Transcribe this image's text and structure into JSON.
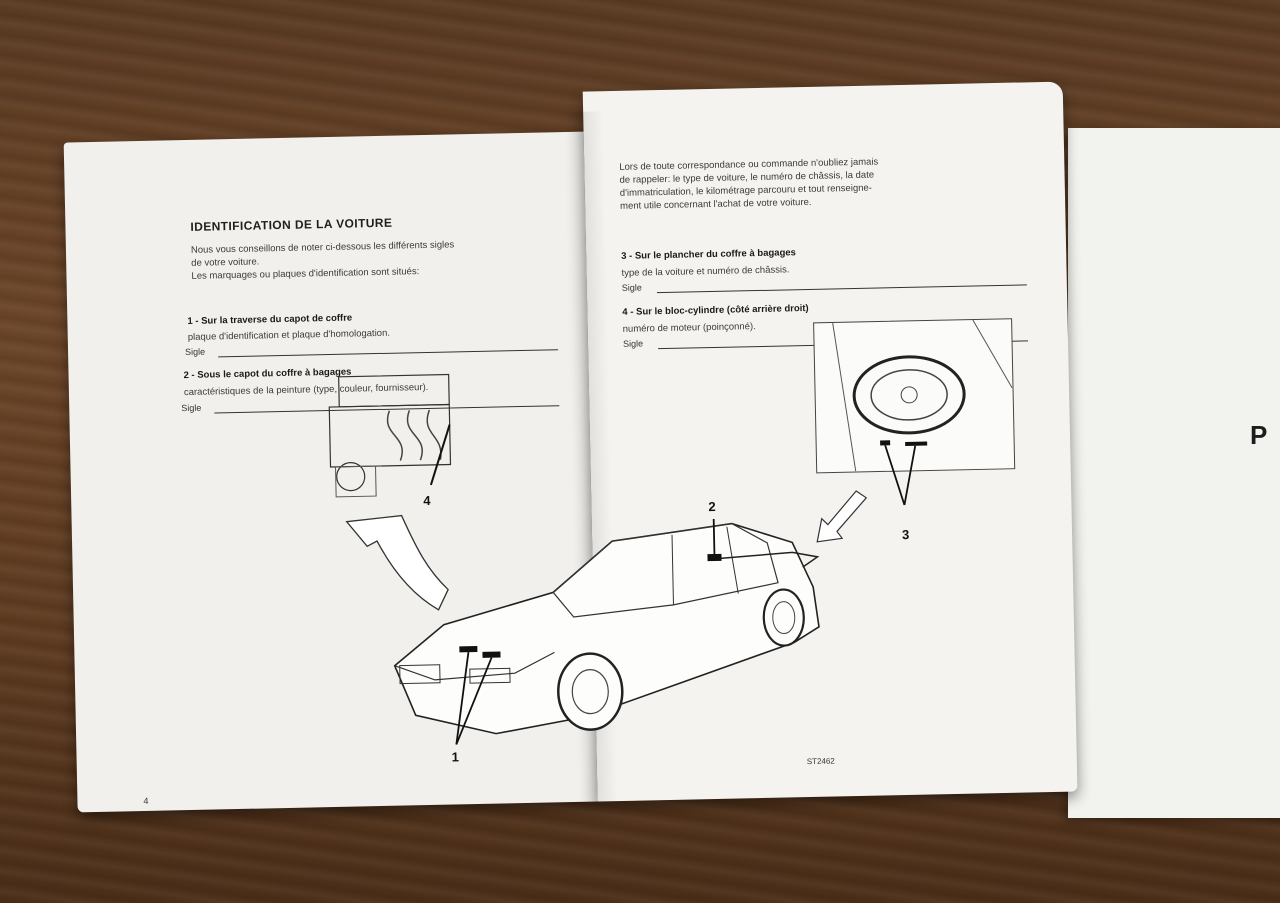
{
  "left_page": {
    "title": "IDENTIFICATION DE LA VOITURE",
    "intro_lines": [
      "Nous vous conseillons de noter ci-dessous les différents sigles",
      "de votre voiture.",
      "Les marquages ou plaques d'identification sont situés:"
    ],
    "items": [
      {
        "heading": "1 - Sur la traverse du capot de coffre",
        "detail": "plaque d'identification et plaque d'homologation."
      },
      {
        "heading": "2 - Sous le capot du coffre à bagages",
        "detail": "caractéristiques de la peinture (type, couleur, fournisseur)."
      }
    ],
    "sigle_label": "Sigle",
    "page_number": "4"
  },
  "right_page": {
    "intro_lines": [
      "Lors de toute correspondance ou commande n'oubliez jamais",
      "de rappeler: le type de voiture, le numéro de châssis, la date",
      "d'immatriculation, le kilométrage parcouru et tout renseigne-",
      "ment utile concernant l'achat de votre voiture."
    ],
    "items": [
      {
        "heading": "3 - Sur le plancher du coffre à bagages",
        "detail": "type de la voiture et numéro de châssis."
      },
      {
        "heading": "4 - Sur le bloc-cylindre (côté arrière droit)",
        "detail": "numéro de moteur (poinçonné)."
      }
    ],
    "sigle_label": "Sigle",
    "figure_code": "ST2462"
  },
  "callouts": [
    "1",
    "2",
    "3",
    "4"
  ],
  "next_page": {
    "visible_letter": "P"
  },
  "colors": {
    "paper": "#f1f0ec",
    "ink": "#1a1a1a",
    "wood": "#5a3a22"
  }
}
